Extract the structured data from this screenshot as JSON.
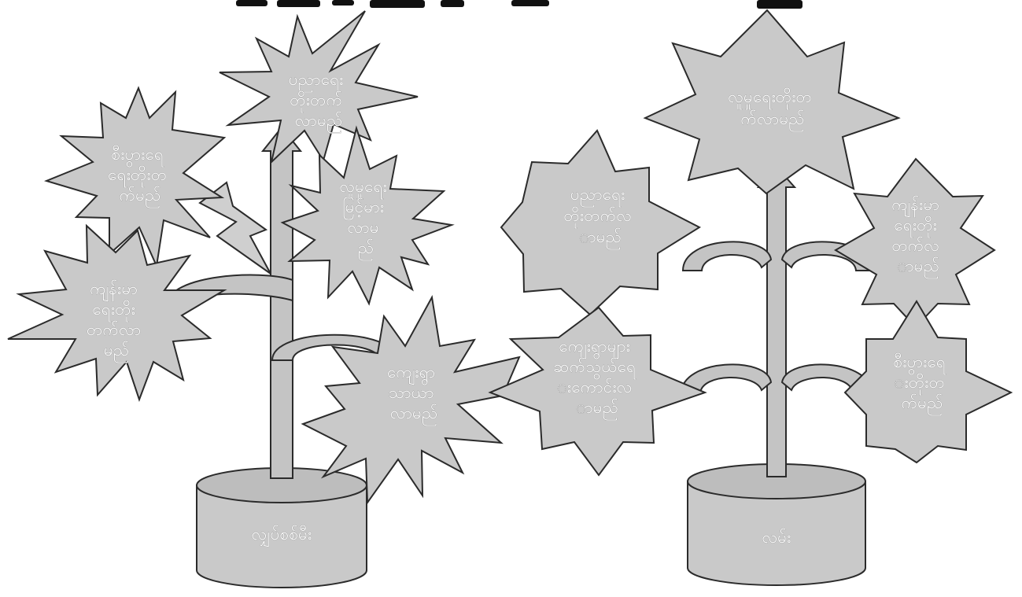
{
  "left_tree": {
    "pot_label": "လျှပ်စစ်မီး",
    "burst_1": [
      "ပညာရေး",
      "တိုးတက်",
      "လာမည်"
    ],
    "burst_2": [
      "စီးပွားရေ",
      "ရေးတိုးတ",
      "က်မည်"
    ],
    "burst_3": [
      "လူမှုရေး",
      "မြင့်မား",
      "လာမ",
      "ည်"
    ],
    "burst_4": [
      "ကျန်းမာ",
      "ရေးတိုး",
      "တက်လာ",
      "မည်"
    ],
    "burst_5": [
      "ကျေးရွာ",
      "သာယာ",
      "လာမည်"
    ]
  },
  "right_tree": {
    "pot_label": "လမ်း",
    "star_1": [
      "လူမှုရေးတိုးတ",
      "က်လာမည်"
    ],
    "star_2": [
      "ပညာရေး",
      "တိုးတက်လ",
      "ာမည်"
    ],
    "star_3": [
      "ကျန်းမာ",
      "ရေးတိုး",
      "တက်လ",
      "ာမည်"
    ],
    "star_4": [
      "ကျေးရွာများ",
      "ဆက်သွယ်ရေ",
      "းကောင်းလ",
      "ာမည်"
    ],
    "star_5": [
      "စီးပွားရေ",
      "းတိုးတ",
      "က်မည်"
    ]
  }
}
